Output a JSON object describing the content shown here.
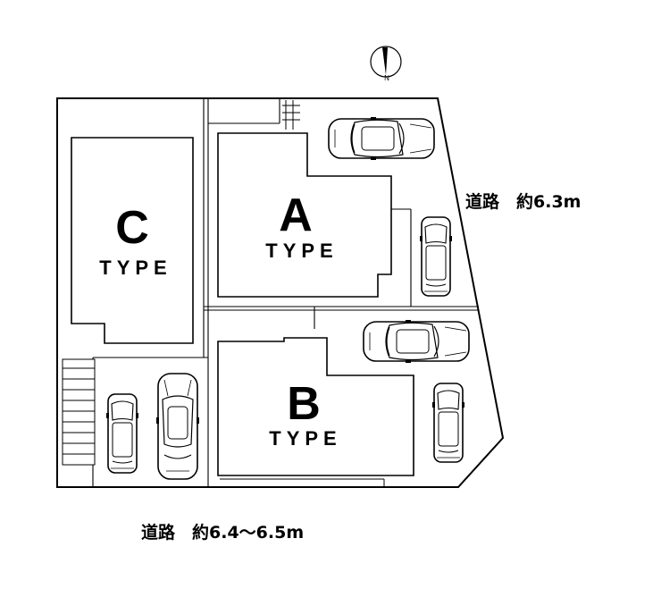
{
  "compass": {
    "north_label": "N",
    "icon": "north-arrow-icon"
  },
  "lots": [
    {
      "id": "A",
      "letter": "A",
      "type_label": "TYPE"
    },
    {
      "id": "B",
      "letter": "B",
      "type_label": "TYPE"
    },
    {
      "id": "C",
      "letter": "C",
      "type_label": "TYPE"
    }
  ],
  "roads": {
    "east": "道路　約6.3m",
    "south": "道路　約6.4～6.5m"
  },
  "icons": [
    "sedan-car-icon",
    "compact-car-icon",
    "stairs-icon"
  ]
}
